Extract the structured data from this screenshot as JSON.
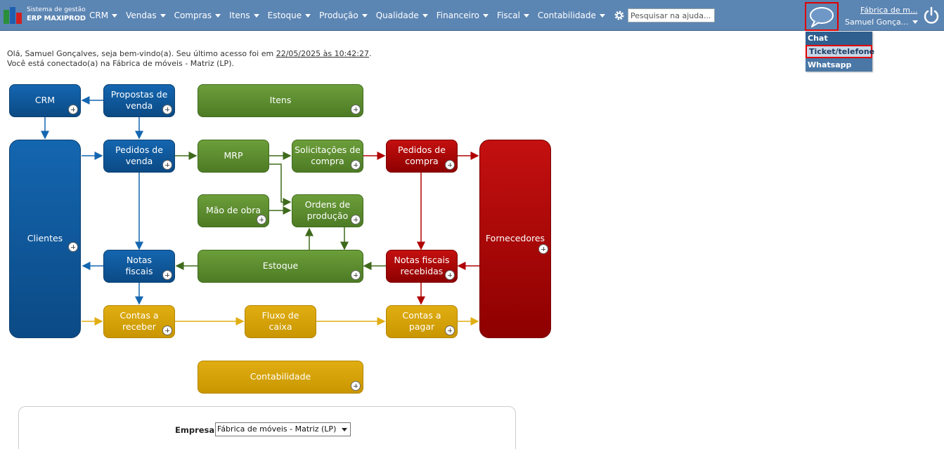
{
  "header": {
    "logo_line1": "Sistema de gestão",
    "logo_line2": "ERP MAXIPROD",
    "menu": [
      "CRM",
      "Vendas",
      "Compras",
      "Itens",
      "Estoque",
      "Produção",
      "Qualidade",
      "Financeiro",
      "Fiscal",
      "Contabilidade"
    ],
    "search_placeholder": "Pesquisar na ajuda...",
    "company": "Fábrica de m...",
    "user": "Samuel Gonça..."
  },
  "help_menu": {
    "items": [
      "Chat",
      "Ticket/telefone",
      "Whatsapp"
    ]
  },
  "welcome": {
    "line1_prefix": "Olá, Samuel Gonçalves, seja bem-vindo(a). Seu último acesso foi em",
    "last_access": "22/05/2025 às 10:42:27",
    "line1_suffix": ".",
    "line2": "Você está conectado(a) na Fábrica de móveis - Matriz (LP)."
  },
  "flow": {
    "crm": "CRM",
    "propostas": "Propostas de\nvenda",
    "itens": "Itens",
    "clientes": "Clientes",
    "pedidos_venda": "Pedidos de\nvenda",
    "mrp": "MRP",
    "solicitacoes": "Solicitações de\ncompra",
    "pedidos_compra": "Pedidos de\ncompra",
    "fornecedores": "Fornecedores",
    "mao_obra": "Mão de obra",
    "ordens": "Ordens de\nprodução",
    "notas_fiscais": "Notas\nfiscais",
    "estoque": "Estoque",
    "notas_recebidas": "Notas fiscais\nrecebidas",
    "contas_receber": "Contas a\nreceber",
    "fluxo_caixa": "Fluxo de\ncaixa",
    "contas_pagar": "Contas a\npagar",
    "contabilidade": "Contabilidade"
  },
  "panel": {
    "empresa_label": "Empresa",
    "empresa_value": "Fábrica de móveis - Matriz (LP)"
  },
  "colors": {
    "topbar": "#5b85b3",
    "blue": "#0b4a85",
    "green": "#4d7b25",
    "red": "#8e0000",
    "gold": "#c99600",
    "highlight": "#e00000"
  }
}
